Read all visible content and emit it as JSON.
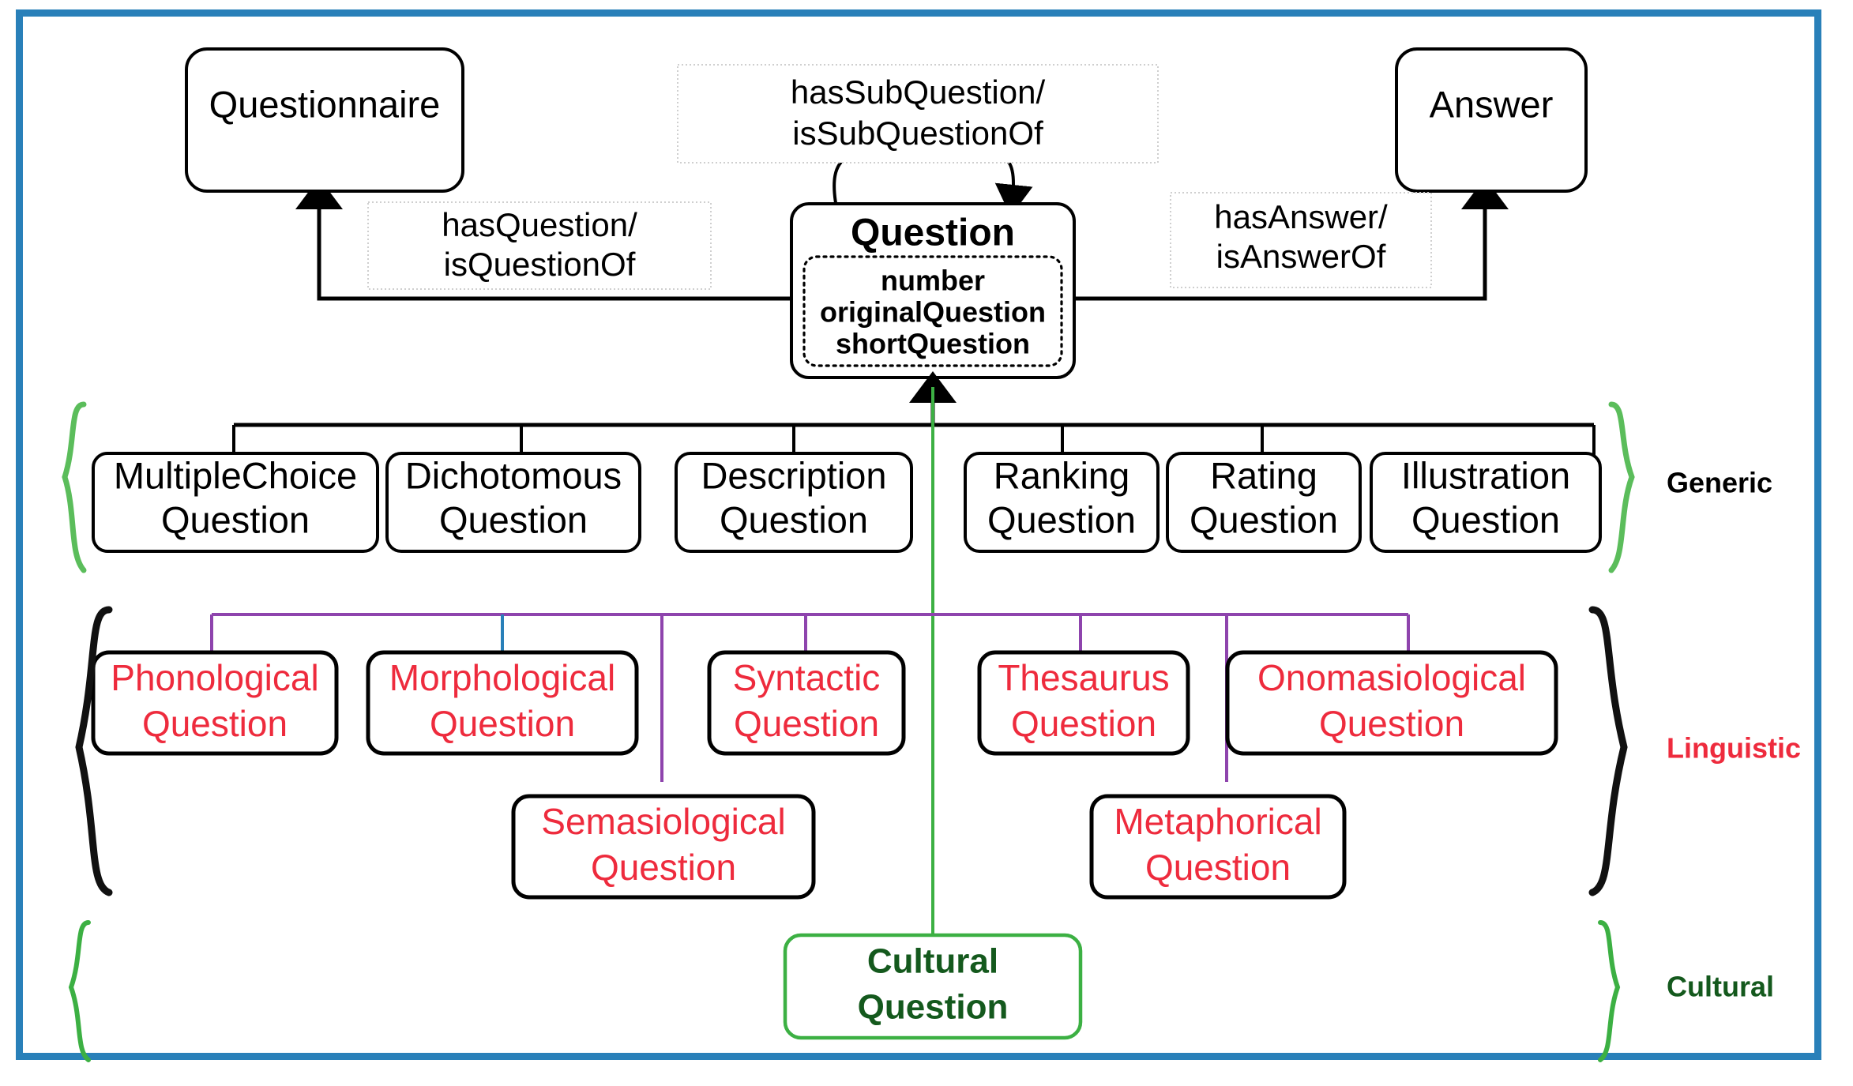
{
  "diagram": {
    "title_visible": false,
    "border_color": "#2980b9",
    "colors": {
      "black": "#000000",
      "red": "#ee2b3d",
      "green_bright": "#3cb043",
      "green_dark": "#14591d",
      "purple": "#8e44ad",
      "blue": "#2980b9",
      "frame_blue": "#2980b9"
    },
    "top_nodes": {
      "questionnaire": {
        "label": "Questionnaire"
      },
      "answer": {
        "label": "Answer"
      },
      "question": {
        "label": "Question",
        "attributes": [
          "number",
          "originalQuestion",
          "shortQuestion"
        ]
      }
    },
    "relations": [
      {
        "name": "hasQuestion-isQuestionOf",
        "line1": "hasQuestion/",
        "line2": "isQuestionOf"
      },
      {
        "name": "hasSubQuestion-isSubQuestionOf",
        "line1": "hasSubQuestion/",
        "line2": "isSubQuestionOf"
      },
      {
        "name": "hasAnswer-isAnswerOf",
        "line1": "hasAnswer/",
        "line2": "isAnswerOf"
      }
    ],
    "groups": [
      {
        "id": "generic",
        "side_label": "Generic",
        "side_label_color": "#000000",
        "brace_color": "#5bbd5b",
        "nodes": [
          {
            "line1": "MultipleChoice",
            "line2": "Question"
          },
          {
            "line1": "Dichotomous",
            "line2": "Question"
          },
          {
            "line1": "Description",
            "line2": "Question"
          },
          {
            "line1": "Ranking",
            "line2": "Question"
          },
          {
            "line1": "Rating",
            "line2": "Question"
          },
          {
            "line1": "Illustration",
            "line2": "Question"
          }
        ]
      },
      {
        "id": "linguistic",
        "side_label": "Linguistic",
        "side_label_color": "#ee2b3d",
        "brace_color": "#111111",
        "nodes": [
          {
            "line1": "Phonological",
            "line2": "Question"
          },
          {
            "line1": "Morphological",
            "line2": "Question"
          },
          {
            "line1": "Syntactic",
            "line2": "Question"
          },
          {
            "line1": "Thesaurus",
            "line2": "Question"
          },
          {
            "line1": "Onomasiological",
            "line2": "Question"
          },
          {
            "line1": "Semasiological",
            "line2": "Question"
          },
          {
            "line1": "Metaphorical",
            "line2": "Question"
          }
        ]
      },
      {
        "id": "cultural",
        "side_label": "Cultural",
        "side_label_color": "#14591d",
        "brace_color": "#3cb043",
        "nodes": [
          {
            "line1": "Cultural",
            "line2": "Question"
          }
        ]
      }
    ]
  }
}
